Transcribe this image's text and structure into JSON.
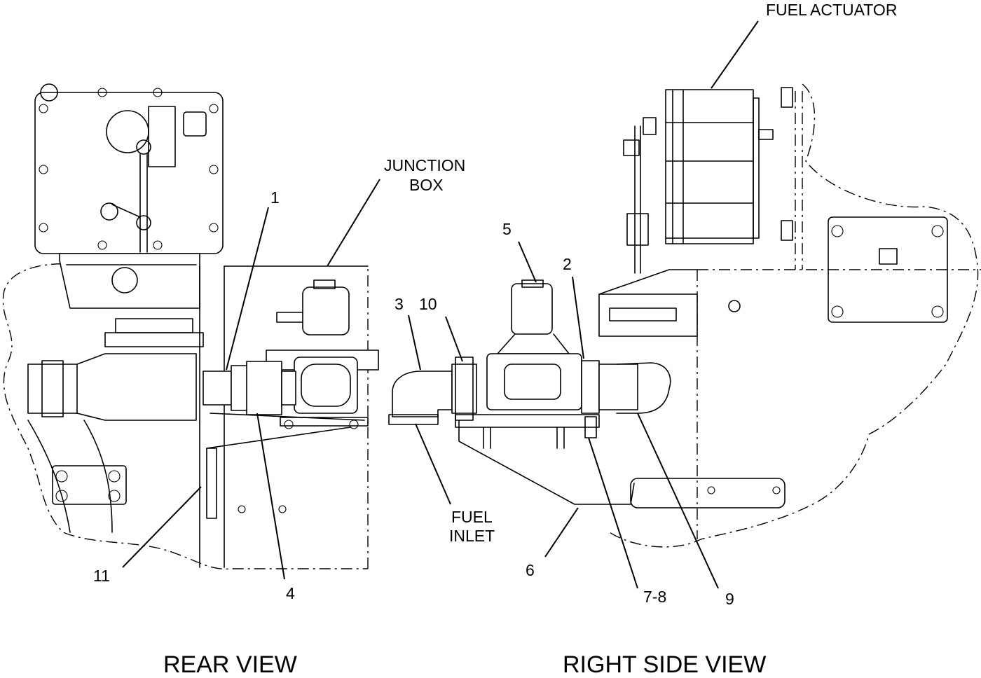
{
  "callouts": {
    "c1": "1",
    "c2": "2",
    "c3": "3",
    "c4": "4",
    "c5": "5",
    "c6": "6",
    "c78": "7-8",
    "c9": "9",
    "c10": "10",
    "c11": "11"
  },
  "labels": {
    "fuel_actuator": "FUEL ACTUATOR",
    "junction_line1": "JUNCTION",
    "junction_line2": "BOX",
    "fuel_inlet_line1": "FUEL",
    "fuel_inlet_line2": "INLET"
  },
  "views": {
    "rear": "REAR VIEW",
    "right_side": "RIGHT SIDE VIEW"
  }
}
